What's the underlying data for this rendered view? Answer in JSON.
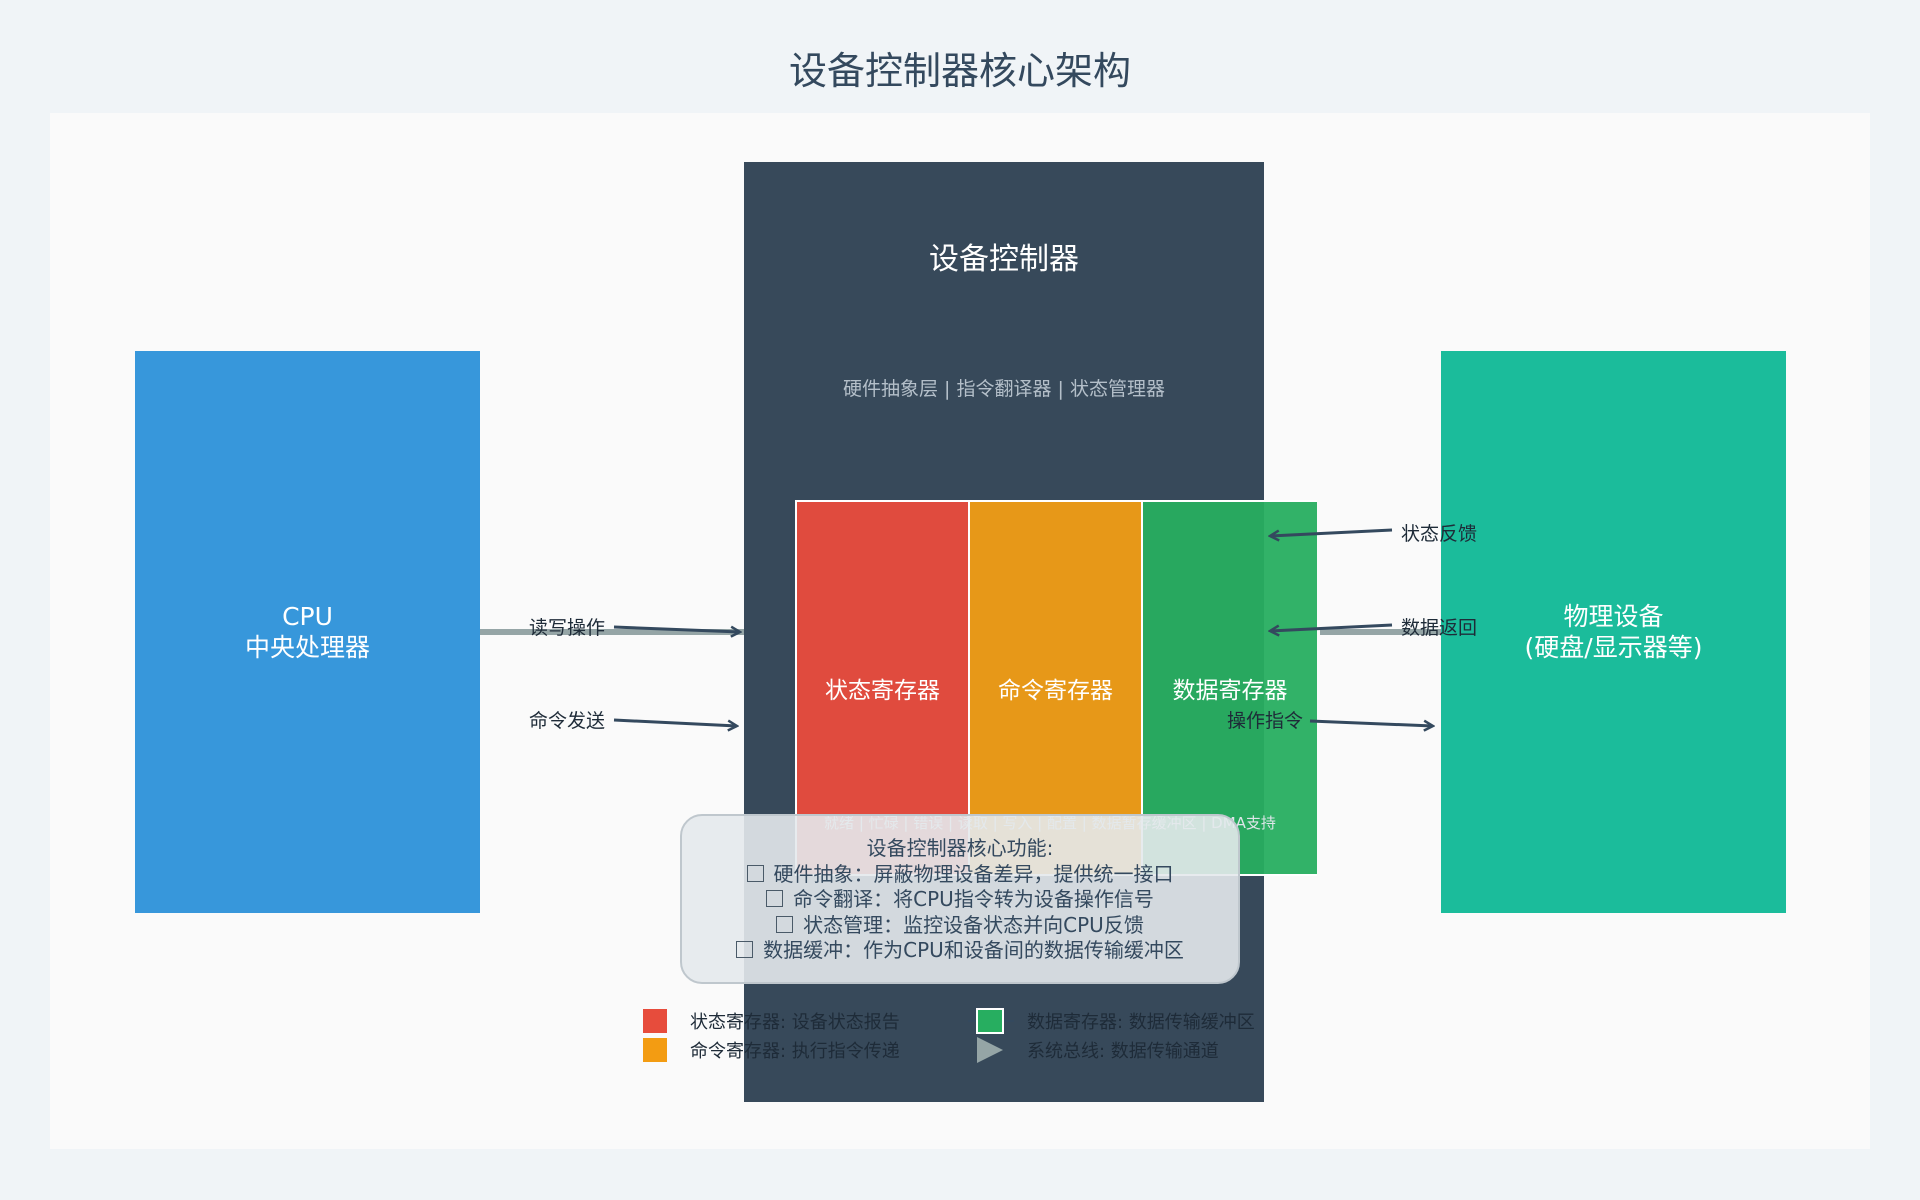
{
  "title": "设备控制器核心架构",
  "controller": {
    "title": "设备控制器",
    "subtitle": "硬件抽象层 | 指令翻译器 | 状态管理器",
    "registers": {
      "status": "状态寄存器",
      "command": "命令寄存器",
      "data": "数据寄存器"
    },
    "register_subtitle": "就绪 | 忙碌 | 错误 | 读取 | 写入 | 配置 | 数据暂存缓冲区 | DMA支持"
  },
  "cpu": {
    "line1": "CPU",
    "line2": "中央处理器"
  },
  "device": {
    "line1": "物理设备",
    "line2": "(硬盘/显示器等)"
  },
  "arrows": {
    "read_write": "读写操作",
    "command_send": "命令发送",
    "status_feedback": "状态反馈",
    "data_return": "数据返回",
    "operation_command": "操作指令"
  },
  "info": {
    "title": "设备控制器核心功能:",
    "items": [
      "硬件抽象：屏蔽物理设备差异，提供统一接口",
      "命令翻译：将CPU指令转为设备操作信号",
      "状态管理：监控设备状态并向CPU反馈",
      "数据缓冲：作为CPU和设备间的数据传输缓冲区"
    ]
  },
  "legend": [
    {
      "label": "状态寄存器: 设备状态报告",
      "color": "#e74c3c",
      "icon": "red-square"
    },
    {
      "label": "命令寄存器: 执行指令传递",
      "color": "#f39c12",
      "icon": "orange-square"
    },
    {
      "label": "数据寄存器: 数据传输缓冲区",
      "color": "#27ae60",
      "icon": "green-square-line"
    },
    {
      "label": "系统总线: 数据传输通道",
      "color": "#95a5a6",
      "icon": "gray-triangle"
    }
  ],
  "colors": {
    "cpu": "#3498db",
    "controller": "#34495e",
    "device": "#1abc9c",
    "status": "#e74c3c",
    "command": "#f39c12",
    "data": "#27ae60",
    "bus": "#95a5a6"
  }
}
